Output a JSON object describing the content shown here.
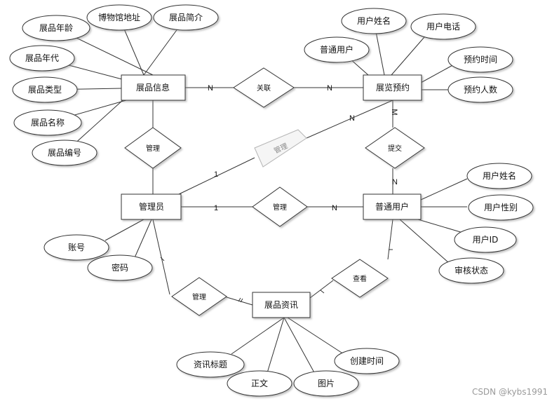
{
  "entities": {
    "exhibit_info": "展品信息",
    "exhibition_booking": "展览预约",
    "admin": "管理员",
    "normal_user": "普通用户",
    "exhibit_news": "展品资讯"
  },
  "relationships": {
    "associate": "关联",
    "manage_exhibit": "管理",
    "manage_booking": "管理",
    "submit": "提交",
    "manage_user": "管理",
    "view": "查看",
    "manage_news": "管理"
  },
  "attributes": {
    "exhibit_age": "展品年龄",
    "museum_address": "博物馆地址",
    "exhibit_intro": "展品简介",
    "exhibit_era": "展品年代",
    "exhibit_type": "展品类型",
    "exhibit_name": "展品名称",
    "exhibit_no": "展品编号",
    "booking_user_name": "用户姓名",
    "booking_phone": "用户电话",
    "booking_normal_user": "普通用户",
    "booking_time": "预约时间",
    "booking_count": "预约人数",
    "user_name": "用户姓名",
    "user_gender": "用户性别",
    "user_id": "用户ID",
    "review_status": "审核状态",
    "account": "账号",
    "password": "密码",
    "news_title": "资讯标题",
    "news_body": "正文",
    "news_image": "图片",
    "news_created": "创建时间"
  },
  "cardinalities": {
    "info_assoc": "N",
    "assoc_booking": "N",
    "booking_manage": "N",
    "admin_manage": "1",
    "booking_submit": "M",
    "submit_user": "N",
    "admin_user": "1",
    "user_manage": "N"
  },
  "watermark": "CSDN @kybs1991"
}
